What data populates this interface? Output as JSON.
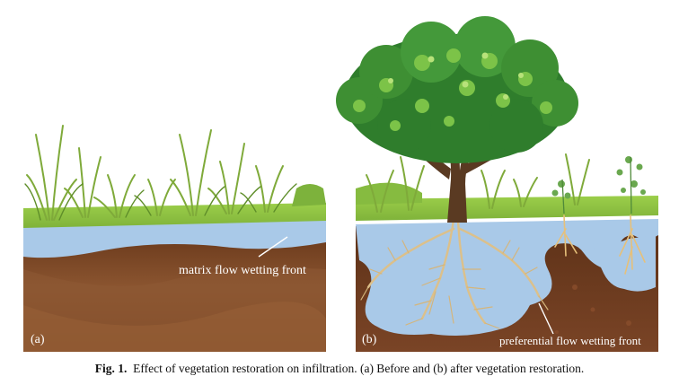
{
  "panel_a": {
    "tag": "(a)",
    "annotation": "matrix flow wetting front"
  },
  "panel_b": {
    "tag": "(b)",
    "annotation": "preferential flow wetting front"
  },
  "caption": {
    "label": "Fig. 1.",
    "text": "Effect of vegetation restoration on infiltration. (a) Before and (b) after vegetation restoration."
  },
  "colors": {
    "soil_dark": "#6b3d1f",
    "soil_mid": "#8a5532",
    "water": "#a7c8e8",
    "grass": "#8cc043",
    "leaf_dark": "#2f7d2c",
    "leaf_light": "#7cc348",
    "trunk": "#5a3a22",
    "root": "#e0c48c"
  }
}
